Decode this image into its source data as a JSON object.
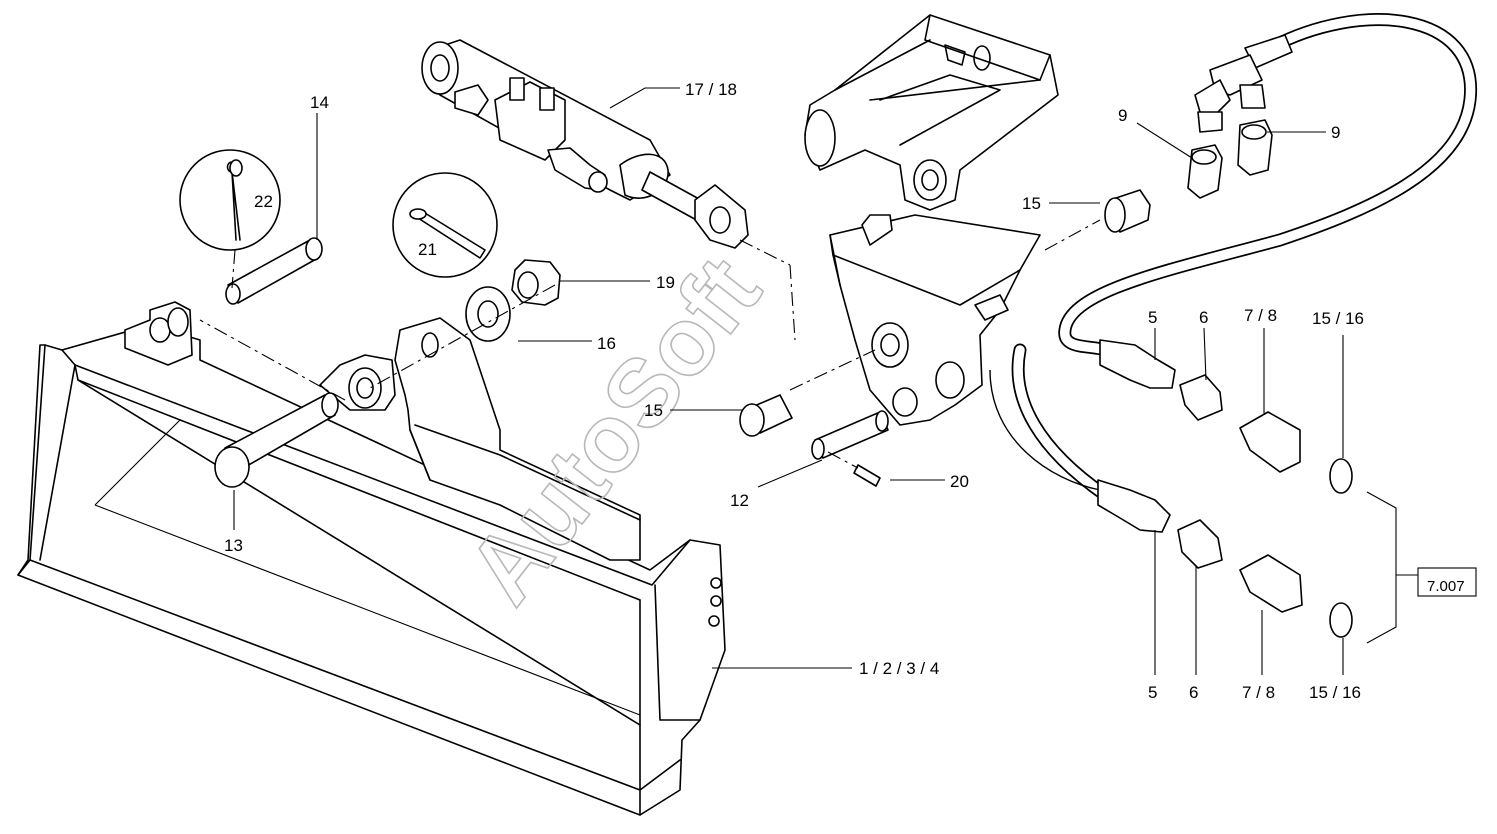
{
  "watermark": "AutoSoft",
  "callouts": {
    "c_17_18": "17 / 18",
    "c_14": "14",
    "c_22": "22",
    "c_21": "21",
    "c_19": "19",
    "c_16a": "16",
    "c_15a": "15",
    "c_15b": "15",
    "c_20": "20",
    "c_12": "12",
    "c_13": "13",
    "c_1_2_3_4": "1 / 2 / 3 / 4",
    "c_9a": "9",
    "c_9b": "9",
    "c_5a": "5",
    "c_6a": "6",
    "c_7_8a": "7 / 8",
    "c_15_16a": "15 / 16",
    "c_5b": "5",
    "c_6b": "6",
    "c_7_8b": "7 / 8",
    "c_15_16b": "15 / 16",
    "ref_box": "7.007"
  }
}
